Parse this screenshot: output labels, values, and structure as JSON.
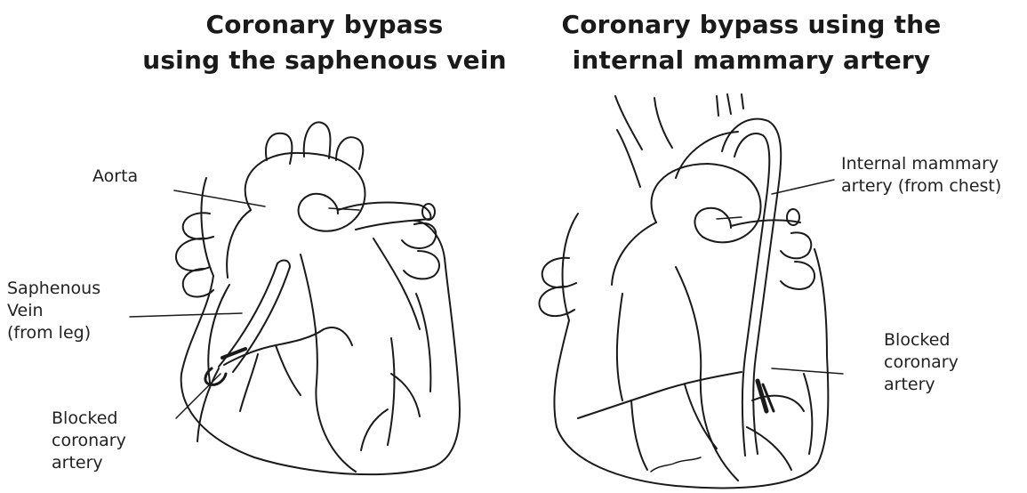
{
  "left_panel": {
    "title_lines": [
      "Coronary bypass",
      "using the saphenous vein"
    ],
    "labels": {
      "aorta": "Aorta",
      "saphenous_vein": [
        "Saphenous",
        "Vein",
        "(from leg)"
      ],
      "blocked_artery": [
        "Blocked",
        "coronary",
        "artery"
      ]
    }
  },
  "right_panel": {
    "title_lines": [
      "Coronary bypass using the",
      "internal mammary artery"
    ],
    "labels": {
      "internal_mammary": [
        "Internal mammary",
        "artery (from chest)"
      ],
      "blocked_artery": [
        "Blocked",
        "coronary",
        "artery"
      ]
    }
  },
  "colors": {
    "ink": "#1a1a1a",
    "background": "#ffffff"
  }
}
